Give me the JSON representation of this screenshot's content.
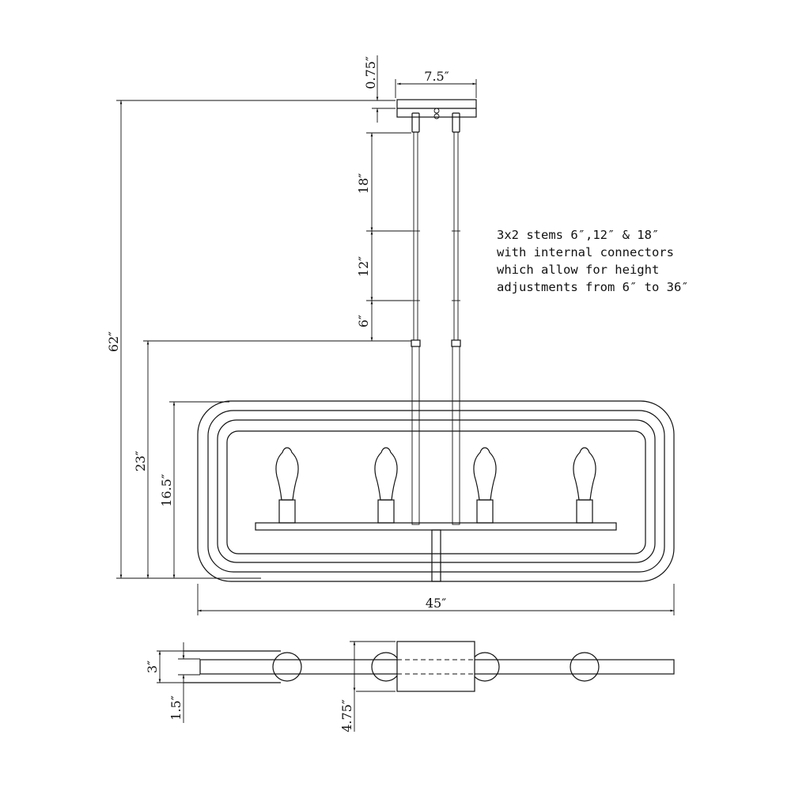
{
  "dimensions": {
    "canopy_height": "0.75″",
    "canopy_width": "7.5″",
    "overall_height": "62″",
    "fixture_height": "23″",
    "frame_height": "16.5″",
    "stem_18": "18″",
    "stem_12": "12″",
    "stem_6": "6″",
    "overall_width": "45″",
    "side_frame_depth": "3″",
    "side_bar_depth": "1.5″",
    "canopy_depth": "4.75″"
  },
  "note": {
    "lines": [
      "3x2 stems 6″,12″ & 18″",
      "with internal connectors",
      "which allow for height",
      "adjustments from 6″ to 36″"
    ]
  },
  "colors": {
    "line": "#111111",
    "background": "#ffffff"
  }
}
